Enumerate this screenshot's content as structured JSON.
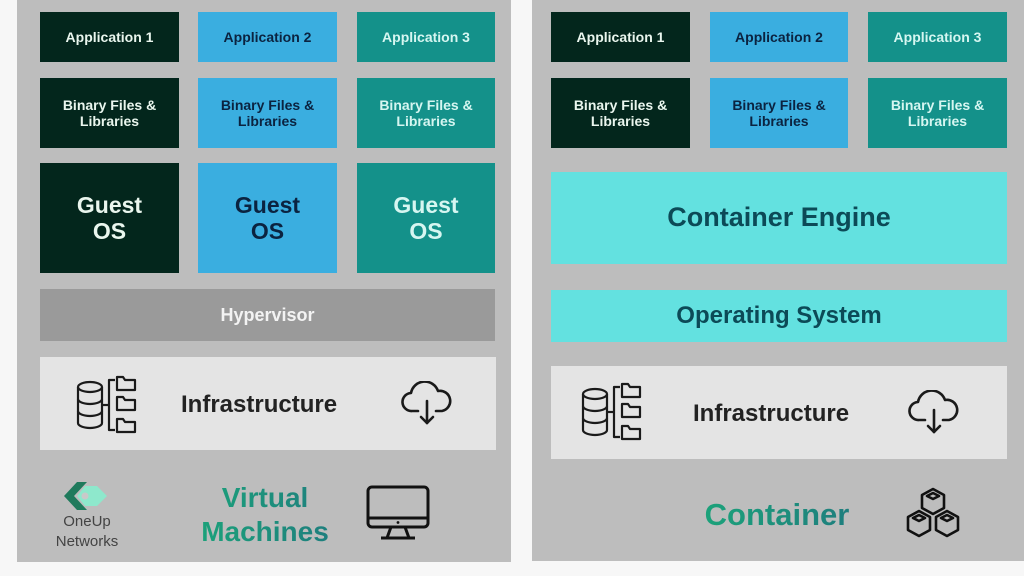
{
  "virtual_machines": {
    "applications": [
      "Application 1",
      "Application 2",
      "Application 3"
    ],
    "binaries": [
      "Binary Files &\nLibraries",
      "Binary Files &\nLibraries",
      "Binary Files &\nLibraries"
    ],
    "guest_os": [
      "Guest\nOS",
      "Guest\nOS",
      "Guest\nOS"
    ],
    "hypervisor": "Hypervisor",
    "infrastructure": "Infrastructure",
    "caption": "Virtual\nMachines",
    "caption_icon": "monitor-icon"
  },
  "container": {
    "applications": [
      "Application 1",
      "Application 2",
      "Application 3"
    ],
    "binaries": [
      "Binary Files &\nLibraries",
      "Binary Files &\nLibraries",
      "Binary Files &\nLibraries"
    ],
    "engine": "Container Engine",
    "operating_system": "Operating System",
    "infrastructure": "Infrastructure",
    "caption": "Container",
    "caption_icon": "cubes-icon"
  },
  "branding": {
    "name_line1": "OneUp",
    "name_line2": "Networks",
    "logo_icon": "oneup-logo-icon"
  },
  "icons": {
    "database": "database-tree-icon",
    "cloud": "cloud-download-icon"
  },
  "colors": {
    "panel_bg": "#bdbdbd",
    "app1": "#03261c",
    "app2": "#3aaee0",
    "app3": "#14918a",
    "engine": "#63e1e0",
    "hypervisor": "#9a9a9a",
    "infrastructure": "#e4e4e4",
    "caption_green": "#1ba57a"
  }
}
